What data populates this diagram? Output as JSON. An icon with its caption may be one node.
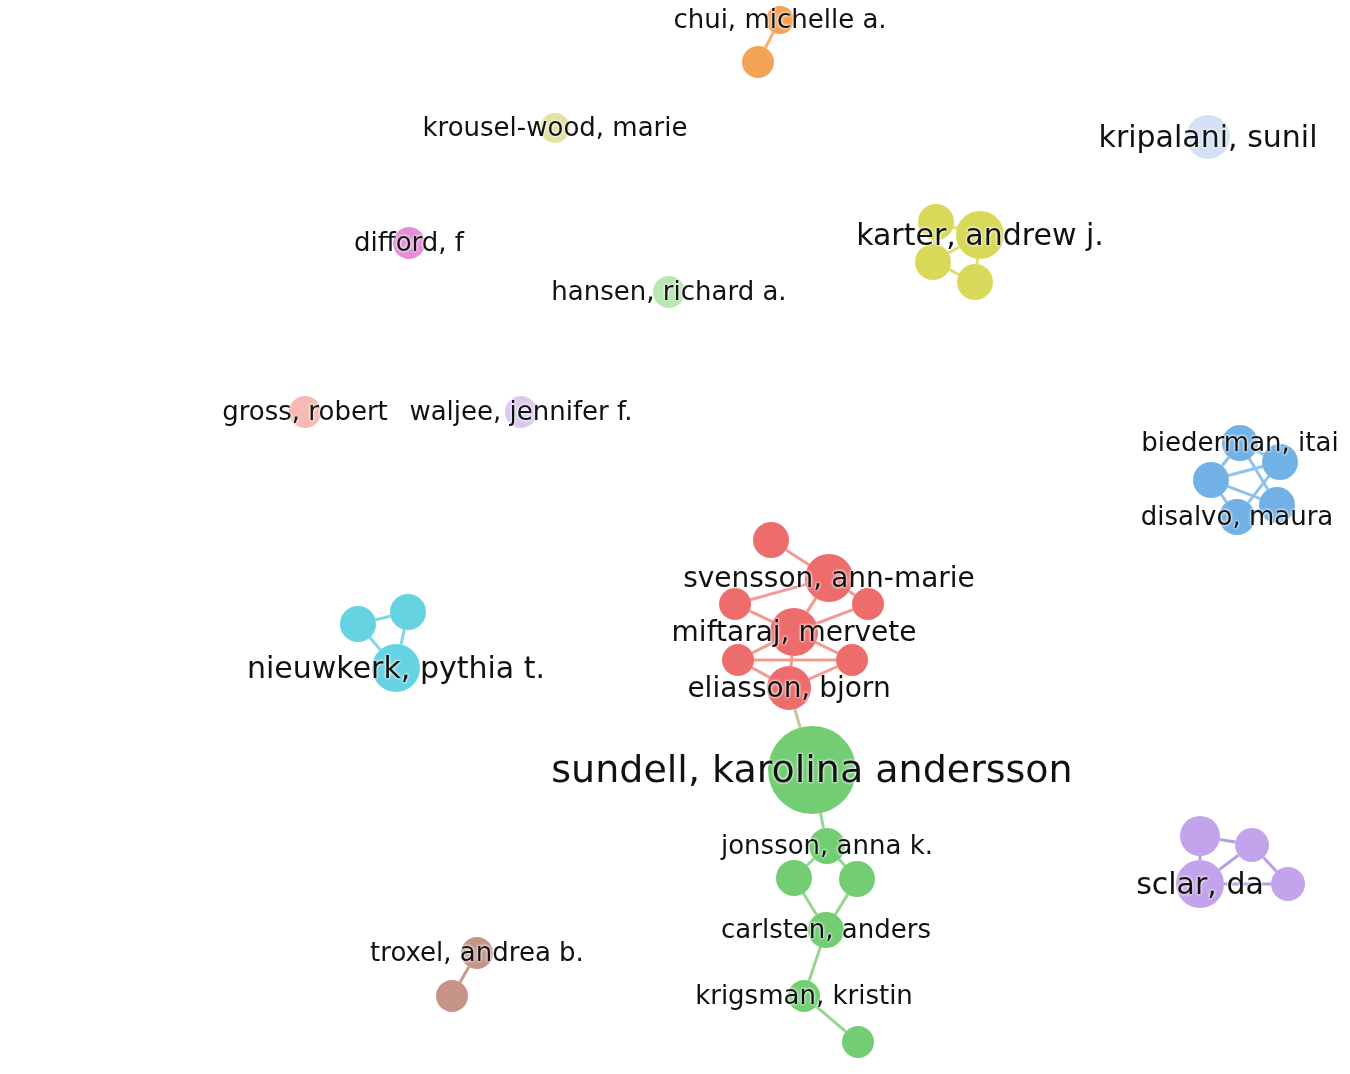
{
  "diagram": {
    "nodes": [
      {
        "text": [
          "chui, michelle a."
        ]
      },
      {
        "text": [],
        "shape": "circle"
      },
      {
        "text": [
          "krousel-wood, marie"
        ]
      },
      {
        "text": [
          "kripalani, sunil"
        ]
      },
      {
        "text": [
          "difford, f"
        ]
      },
      {
        "text": [
          "karter, andrew j."
        ]
      },
      {
        "text": [],
        "shape": "circle"
      },
      {
        "text": [],
        "shape": "circle"
      },
      {
        "text": [],
        "shape": "circle"
      },
      {
        "text": [
          "hansen, richard a."
        ]
      },
      {
        "text": [
          "gross, robert"
        ]
      },
      {
        "text": [
          "waljee, jennifer f."
        ]
      },
      {
        "text": [
          "biederman, itai"
        ]
      },
      {
        "text": [],
        "shape": "circle"
      },
      {
        "text": [],
        "shape": "circle"
      },
      {
        "text": [],
        "shape": "circle"
      },
      {
        "text": [
          "disalvo, maura"
        ]
      },
      {
        "text": [],
        "shape": "circle"
      },
      {
        "text": [
          "svensson, ann-marie"
        ]
      },
      {
        "text": [],
        "shape": "circle"
      },
      {
        "text": [],
        "shape": "circle"
      },
      {
        "text": [
          "miftaraj, mervete"
        ]
      },
      {
        "text": [],
        "shape": "circle"
      },
      {
        "text": [],
        "shape": "circle"
      },
      {
        "text": [
          "eliasson, bjorn"
        ]
      },
      {
        "text": [
          "nieuwkerk, pythia t."
        ]
      },
      {
        "text": [],
        "shape": "circle"
      },
      {
        "text": [],
        "shape": "circle"
      },
      {
        "text": [
          "sundell, karolina andersson"
        ]
      },
      {
        "text": [
          "jonsson, anna k."
        ]
      },
      {
        "text": [],
        "shape": "circle"
      },
      {
        "text": [],
        "shape": "circle"
      },
      {
        "text": [],
        "shape": "circle"
      },
      {
        "text": [],
        "shape": "circle"
      },
      {
        "text": [
          "sclar, da"
        ]
      },
      {
        "text": [],
        "shape": "circle"
      },
      {
        "text": [
          "carlsten, anders"
        ]
      },
      {
        "text": [
          "troxel, andrea b."
        ]
      },
      {
        "text": [],
        "shape": "circle"
      },
      {
        "text": [
          "krigsman, kristin"
        ]
      },
      {
        "text": [],
        "shape": "circle"
      }
    ],
    "edges": [
      {
        "from": 0,
        "to": 1,
        "arrow": "none",
        "color": "#f5b070"
      },
      {
        "from": 5,
        "to": 6,
        "arrow": "none",
        "color": "#dede70"
      },
      {
        "from": 5,
        "to": 7,
        "arrow": "none",
        "color": "#dede70"
      },
      {
        "from": 5,
        "to": 8,
        "arrow": "none",
        "color": "#dede70"
      },
      {
        "from": 6,
        "to": 7,
        "arrow": "none",
        "color": "#dede70"
      },
      {
        "from": 7,
        "to": 8,
        "arrow": "none",
        "color": "#dede70"
      },
      {
        "from": 12,
        "to": 13,
        "arrow": "none",
        "color": "#90c2ec"
      },
      {
        "from": 12,
        "to": 14,
        "arrow": "none",
        "color": "#90c2ec"
      },
      {
        "from": 13,
        "to": 14,
        "arrow": "none",
        "color": "#90c2ec"
      },
      {
        "from": 14,
        "to": 15,
        "arrow": "none",
        "color": "#90c2ec"
      },
      {
        "from": 14,
        "to": 16,
        "arrow": "none",
        "color": "#90c2ec"
      },
      {
        "from": 15,
        "to": 16,
        "arrow": "none",
        "color": "#90c2ec"
      },
      {
        "from": 13,
        "to": 16,
        "arrow": "none",
        "color": "#90c2ec"
      },
      {
        "from": 12,
        "to": 15,
        "arrow": "none",
        "color": "#90c2ec"
      },
      {
        "from": 17,
        "to": 18,
        "arrow": "none",
        "color": "#f39a94"
      },
      {
        "from": 18,
        "to": 19,
        "arrow": "none",
        "color": "#f39a94"
      },
      {
        "from": 18,
        "to": 20,
        "arrow": "none",
        "color": "#f39a94"
      },
      {
        "from": 18,
        "to": 21,
        "arrow": "none",
        "color": "#f39a94"
      },
      {
        "from": 19,
        "to": 21,
        "arrow": "none",
        "color": "#f39a94"
      },
      {
        "from": 20,
        "to": 21,
        "arrow": "none",
        "color": "#f39a94"
      },
      {
        "from": 21,
        "to": 22,
        "arrow": "none",
        "color": "#f39a94"
      },
      {
        "from": 21,
        "to": 23,
        "arrow": "none",
        "color": "#f39a94"
      },
      {
        "from": 21,
        "to": 24,
        "arrow": "none",
        "color": "#f39a94"
      },
      {
        "from": 22,
        "to": 24,
        "arrow": "none",
        "color": "#f39a94"
      },
      {
        "from": 23,
        "to": 24,
        "arrow": "none",
        "color": "#f39a94"
      },
      {
        "from": 22,
        "to": 23,
        "arrow": "none",
        "color": "#f39a94"
      },
      {
        "from": 24,
        "to": 28,
        "arrow": "none",
        "color": "#cbc495"
      },
      {
        "from": 25,
        "to": 26,
        "arrow": "none",
        "color": "#80d8e6"
      },
      {
        "from": 25,
        "to": 27,
        "arrow": "none",
        "color": "#80d8e6"
      },
      {
        "from": 26,
        "to": 27,
        "arrow": "none",
        "color": "#80d8e6"
      },
      {
        "from": 28,
        "to": 29,
        "arrow": "none",
        "color": "#94d694"
      },
      {
        "from": 29,
        "to": 30,
        "arrow": "none",
        "color": "#94d694"
      },
      {
        "from": 29,
        "to": 31,
        "arrow": "none",
        "color": "#94d694"
      },
      {
        "from": 30,
        "to": 36,
        "arrow": "none",
        "color": "#94d694"
      },
      {
        "from": 31,
        "to": 36,
        "arrow": "none",
        "color": "#94d694"
      },
      {
        "from": 36,
        "to": 39,
        "arrow": "none",
        "color": "#94d694"
      },
      {
        "from": 39,
        "to": 40,
        "arrow": "none",
        "color": "#94d694"
      },
      {
        "from": 32,
        "to": 33,
        "arrow": "none",
        "color": "#b99ee2"
      },
      {
        "from": 32,
        "to": 34,
        "arrow": "none",
        "color": "#b99ee2"
      },
      {
        "from": 33,
        "to": 35,
        "arrow": "none",
        "color": "#b99ee2"
      },
      {
        "from": 34,
        "to": 35,
        "arrow": "none",
        "color": "#b99ee2"
      },
      {
        "from": 33,
        "to": 34,
        "arrow": "none",
        "color": "#b99ee2"
      },
      {
        "from": 37,
        "to": 38,
        "arrow": "none",
        "color": "#c99a8e"
      }
    ]
  }
}
